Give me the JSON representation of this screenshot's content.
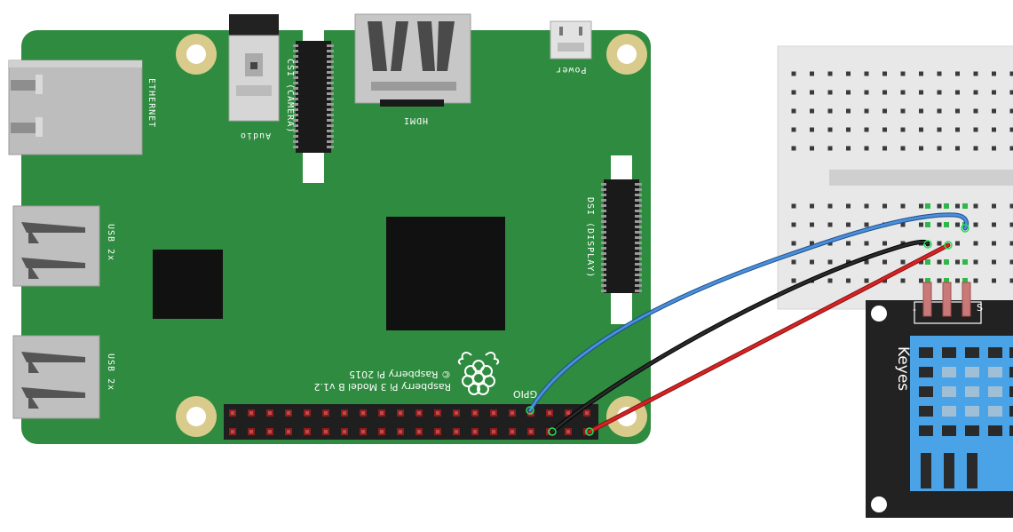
{
  "colors": {
    "board": "#2d8a3e",
    "board_edge": "#236e31",
    "hole_ring": "#d9cc8f",
    "chip": "#111111",
    "wire_blue": "#3f86d6",
    "wire_black": "#1a1a1a",
    "wire_red": "#cc1f1f",
    "breadboard": "#e7e7e7",
    "sensor_pcb": "#222222",
    "sensor_grille": "#4aa3e6"
  },
  "board": {
    "ethernet_label": "ETHERNET",
    "usb_label_1": "USB 2x",
    "usb_label_2": "USB 2x",
    "audio_label": "Audio",
    "csi_label": "CSI (CAMERA)",
    "hdmi_label": "HDMI",
    "power_label": "Power",
    "dsi_label": "DSI (DISPLAY)",
    "gpio_label": "GPIO",
    "model_line": "Raspberry Pi 3 Model B v1.2",
    "copyright_line": "© Raspberry Pi 2015",
    "logo_icon": "raspberry-logo-icon"
  },
  "sensor": {
    "brand": "Keyes",
    "pin_minus": "-",
    "pin_signal": "S"
  }
}
